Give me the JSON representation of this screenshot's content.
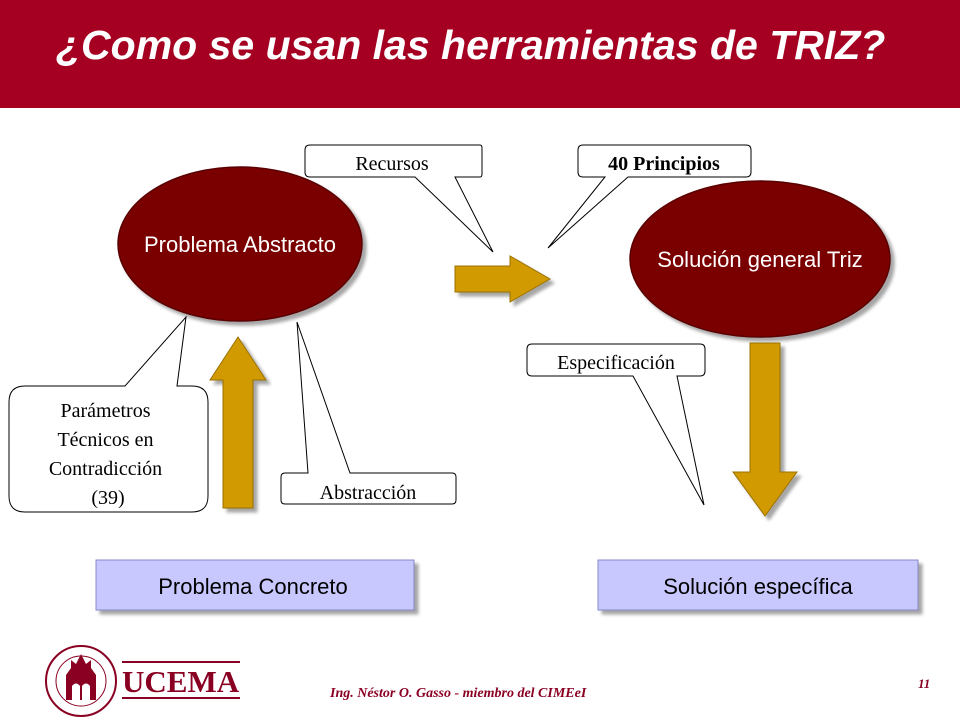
{
  "header": {
    "title": "¿Como se usan las herramientas de TRIZ?",
    "background_color": "#a50021"
  },
  "diagram": {
    "ellipse_fill": "#7a0000",
    "arrow_fill": "#d19a00",
    "rect_fill": "#c8c8ff",
    "nodes": {
      "problema_abstracto": "Problema Abstracto",
      "solucion_general": "Solución general Triz",
      "problema_concreto": "Problema Concreto",
      "solucion_especifica": "Solución específica"
    },
    "callouts": {
      "recursos": "Recursos",
      "principios": "40 Principios",
      "parametros": [
        "Parámetros",
        "Técnicos en",
        "Contradicción",
        "(39)"
      ],
      "abstraccion": "Abstracción",
      "especificacion": "Especificación"
    }
  },
  "footer": {
    "credit": "Ing. Néstor O. Gasso - miembro del CIMEeI",
    "page_number": "11",
    "logo_wordmark": "UCEMA"
  }
}
